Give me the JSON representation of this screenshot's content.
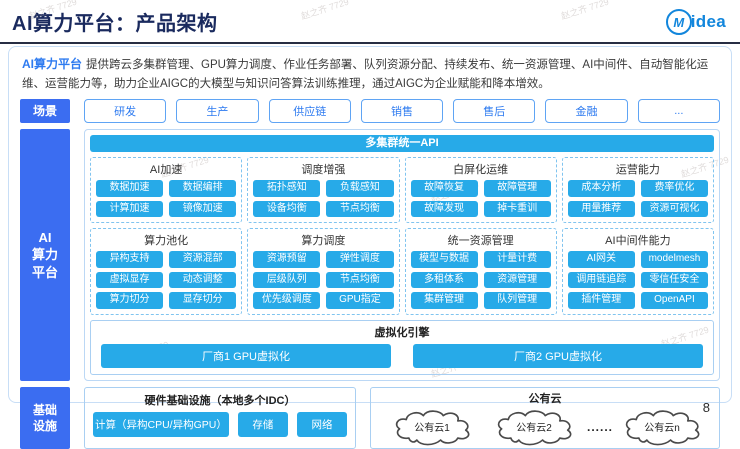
{
  "header": {
    "title": "AI算力平台：产品架构",
    "logo_m": "M",
    "logo_rest": "idea"
  },
  "watermark": "赵之齐 7729",
  "intro": {
    "lead": "AI算力平台",
    "body": "提供跨云多集群管理、GPU算力调度、作业任务部署、队列资源分配、持续发布、统一资源管理、AI中间件、自动智能化运维、运营能力等，助力企业AIGC的大模型与知识问答算法训练推理，通过AIGC为企业赋能和降本增效。"
  },
  "scene": {
    "label": "场景",
    "items": [
      "研发",
      "生产",
      "供应链",
      "销售",
      "售后",
      "金融",
      "..."
    ]
  },
  "platform": {
    "label_lines": [
      "AI",
      "算力",
      "平台"
    ],
    "api_bar": "多集群统一API",
    "sections_row1": [
      {
        "title": "AI加速",
        "items": [
          "数据加速",
          "数据编排",
          "计算加速",
          "镜像加速"
        ]
      },
      {
        "title": "调度增强",
        "items": [
          "拓扑感知",
          "负载感知",
          "设备均衡",
          "节点均衡"
        ]
      },
      {
        "title": "白屏化运维",
        "items": [
          "故障恢复",
          "故障管理",
          "故障发现",
          "掉卡重训"
        ]
      },
      {
        "title": "运营能力",
        "items": [
          "成本分析",
          "费率优化",
          "用量推荐",
          "资源可视化"
        ]
      }
    ],
    "sections_row2": [
      {
        "title": "算力池化",
        "items": [
          "异构支持",
          "资源混部",
          "虚拟显存",
          "动态调整",
          "算力切分",
          "显存切分"
        ]
      },
      {
        "title": "算力调度",
        "items": [
          "资源预留",
          "弹性调度",
          "层级队列",
          "节点均衡",
          "优先级调度",
          "GPU指定"
        ]
      },
      {
        "title": "统一资源管理",
        "items": [
          "模型与数据",
          "计量计费",
          "多租体系",
          "资源管理",
          "集群管理",
          "队列管理"
        ]
      },
      {
        "title": "AI中间件能力",
        "items": [
          "AI网关",
          "modelmesh",
          "调用链追踪",
          "零信任安全",
          "插件管理",
          "OpenAPI"
        ]
      }
    ],
    "virtualization": {
      "title": "虚拟化引擎",
      "vendors": [
        "厂商1 GPU虚拟化",
        "厂商2 GPU虚拟化"
      ]
    }
  },
  "infra": {
    "label_lines": [
      "基础",
      "设施"
    ],
    "hardware": {
      "title": "硬件基础设施（本地多个IDC）",
      "items": [
        "计算（异构CPU/异构GPU）",
        "存储",
        "网络"
      ]
    },
    "cloud": {
      "title": "公有云",
      "clouds": [
        "公有云1",
        "公有云2",
        "公有云n"
      ],
      "dots": "......"
    }
  },
  "page_number": "8",
  "colors": {
    "accent_blue": "#3b6df1",
    "chip_cyan": "#27aae8",
    "title_navy": "#1a2a5e",
    "link_blue": "#2e7bf0",
    "brand_logo_blue": "#1286dc"
  }
}
